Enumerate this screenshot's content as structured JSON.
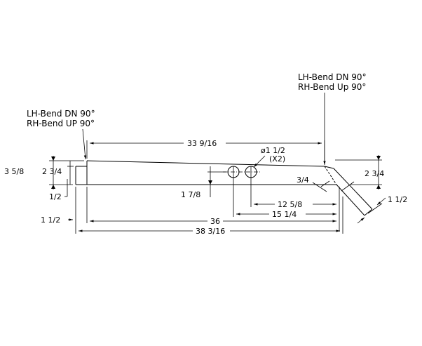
{
  "notes": {
    "left_bend_line1": "LH-Bend DN 90°",
    "left_bend_line2": "RH-Bend UP 90°",
    "right_bend_line1": "LH-Bend DN 90°",
    "right_bend_line2": "RH-Bend Up 90°"
  },
  "dimensions": {
    "overall_top": "33 9/16",
    "hole_dia": "ø1 1/2",
    "hole_count": "(X2)",
    "height_left": "3 5/8",
    "height_left_inner": "2 3/4",
    "notch_left": "1/2",
    "hole_height": "1 7/8",
    "right_height": "2 3/4",
    "right_inset": "3/4",
    "hole2_offset": "12 5/8",
    "hole1_offset": "15 1/4",
    "right_tab": "1 1/2",
    "left_tab": "1 1/2",
    "length_36": "36",
    "overall_length": "38 3/16"
  }
}
